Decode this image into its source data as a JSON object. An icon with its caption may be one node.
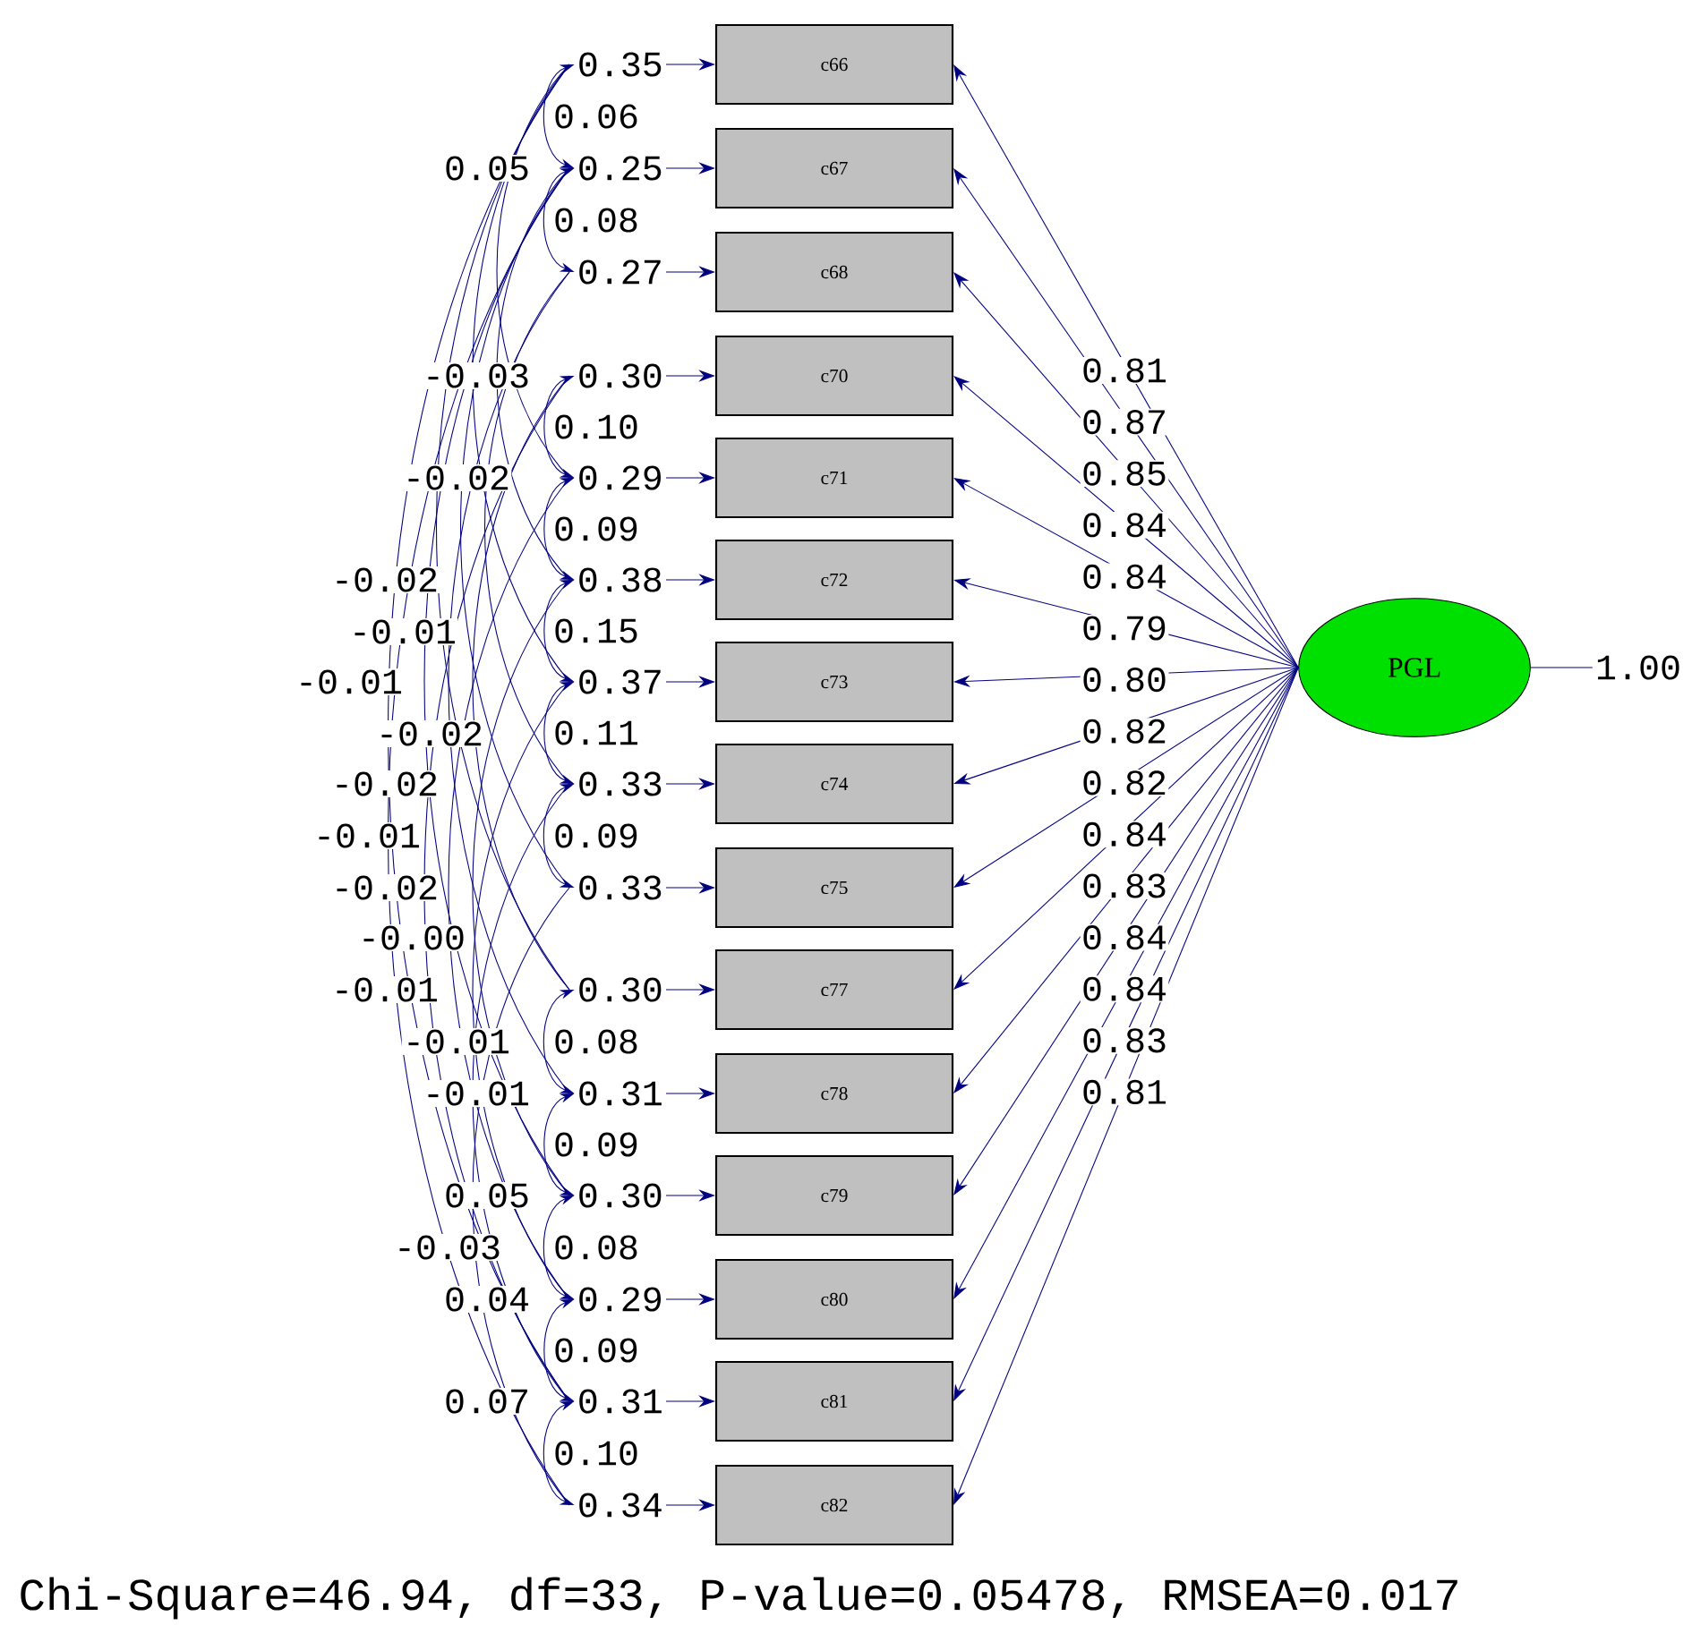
{
  "diagram": {
    "caption": "Chi-Square=46.94, df=33, P-value=0.05478, RMSEA=0.017",
    "nodes": [
      {
        "text": [
          "c66"
        ]
      },
      {
        "text": [
          "c67"
        ]
      },
      {
        "text": [
          "c68"
        ]
      },
      {
        "text": [
          "c70"
        ]
      },
      {
        "text": [
          "c71"
        ]
      },
      {
        "text": [
          "c72"
        ]
      },
      {
        "text": [
          "c73"
        ]
      },
      {
        "text": [
          "c74"
        ]
      },
      {
        "text": [
          "c75"
        ]
      },
      {
        "text": [
          "c77"
        ]
      },
      {
        "text": [
          "c78"
        ]
      },
      {
        "text": [
          "c79"
        ]
      },
      {
        "text": [
          "c80"
        ]
      },
      {
        "text": [
          "c81"
        ]
      },
      {
        "text": [
          "c82"
        ]
      },
      {
        "text": [
          "PGL"
        ]
      },
      {
        "text": [
          "0.35"
        ]
      },
      {
        "text": [
          "0.25"
        ]
      },
      {
        "text": [
          "0.27"
        ]
      },
      {
        "text": [
          "0.30"
        ]
      },
      {
        "text": [
          "0.29"
        ]
      },
      {
        "text": [
          "0.38"
        ]
      },
      {
        "text": [
          "0.37"
        ]
      },
      {
        "text": [
          "0.33"
        ]
      },
      {
        "text": [
          "0.33"
        ]
      },
      {
        "text": [
          "0.30"
        ]
      },
      {
        "text": [
          "0.31"
        ]
      },
      {
        "text": [
          "0.30"
        ]
      },
      {
        "text": [
          "0.29"
        ]
      },
      {
        "text": [
          "0.31"
        ]
      },
      {
        "text": [
          "0.34"
        ]
      },
      {
        "text": [
          "1.00"
        ]
      }
    ],
    "edges": [
      {
        "from": 15,
        "to": 0,
        "arrow": "to",
        "label": "0.81"
      },
      {
        "from": 15,
        "to": 1,
        "arrow": "to",
        "label": "0.87"
      },
      {
        "from": 15,
        "to": 2,
        "arrow": "to",
        "label": "0.85"
      },
      {
        "from": 15,
        "to": 3,
        "arrow": "to",
        "label": "0.84"
      },
      {
        "from": 15,
        "to": 4,
        "arrow": "to",
        "label": "0.84"
      },
      {
        "from": 15,
        "to": 5,
        "arrow": "to",
        "label": "0.79"
      },
      {
        "from": 15,
        "to": 6,
        "arrow": "to",
        "label": "0.80"
      },
      {
        "from": 15,
        "to": 7,
        "arrow": "to",
        "label": "0.82"
      },
      {
        "from": 15,
        "to": 8,
        "arrow": "to",
        "label": "0.82"
      },
      {
        "from": 15,
        "to": 9,
        "arrow": "to",
        "label": "0.84"
      },
      {
        "from": 15,
        "to": 10,
        "arrow": "to",
        "label": "0.83"
      },
      {
        "from": 15,
        "to": 11,
        "arrow": "to",
        "label": "0.84"
      },
      {
        "from": 15,
        "to": 12,
        "arrow": "to",
        "label": "0.84"
      },
      {
        "from": 15,
        "to": 13,
        "arrow": "to",
        "label": "0.83"
      },
      {
        "from": 15,
        "to": 14,
        "arrow": "to",
        "label": "0.81"
      },
      {
        "from": 16,
        "to": 0,
        "arrow": "to"
      },
      {
        "from": 17,
        "to": 1,
        "arrow": "to"
      },
      {
        "from": 18,
        "to": 2,
        "arrow": "to"
      },
      {
        "from": 19,
        "to": 3,
        "arrow": "to"
      },
      {
        "from": 20,
        "to": 4,
        "arrow": "to"
      },
      {
        "from": 21,
        "to": 5,
        "arrow": "to"
      },
      {
        "from": 22,
        "to": 6,
        "arrow": "to"
      },
      {
        "from": 23,
        "to": 7,
        "arrow": "to"
      },
      {
        "from": 24,
        "to": 8,
        "arrow": "to"
      },
      {
        "from": 25,
        "to": 9,
        "arrow": "to"
      },
      {
        "from": 26,
        "to": 10,
        "arrow": "to"
      },
      {
        "from": 27,
        "to": 11,
        "arrow": "to"
      },
      {
        "from": 28,
        "to": 12,
        "arrow": "to"
      },
      {
        "from": 29,
        "to": 13,
        "arrow": "to"
      },
      {
        "from": 30,
        "to": 14,
        "arrow": "to"
      },
      {
        "from": 15,
        "to": 31,
        "arrow": "none"
      },
      {
        "from": 16,
        "to": 17,
        "arrow": "both",
        "label": "0.06"
      },
      {
        "from": 17,
        "to": 18,
        "arrow": "both",
        "label": "0.08"
      },
      {
        "from": 19,
        "to": 20,
        "arrow": "both",
        "label": "0.10"
      },
      {
        "from": 20,
        "to": 21,
        "arrow": "both",
        "label": "0.09"
      },
      {
        "from": 21,
        "to": 22,
        "arrow": "both",
        "label": "0.15"
      },
      {
        "from": 22,
        "to": 23,
        "arrow": "both",
        "label": "0.11"
      },
      {
        "from": 23,
        "to": 24,
        "arrow": "both",
        "label": "0.09"
      },
      {
        "from": 25,
        "to": 26,
        "arrow": "both",
        "label": "0.08"
      },
      {
        "from": 26,
        "to": 27,
        "arrow": "both",
        "label": "0.09"
      },
      {
        "from": 27,
        "to": 28,
        "arrow": "both",
        "label": "0.08"
      },
      {
        "from": 28,
        "to": 29,
        "arrow": "both",
        "label": "0.09"
      },
      {
        "from": 29,
        "to": 30,
        "arrow": "both",
        "label": "0.10"
      }
    ],
    "labels": [
      "0.05",
      "-0.03",
      "-0.02",
      "-0.02",
      "-0.01",
      "-0.01",
      "-0.02",
      "-0.02",
      "-0.01",
      "-0.02",
      "-0.00",
      "-0.01",
      "-0.01",
      "-0.01",
      "0.05",
      "-0.03",
      "0.04",
      "0.07"
    ]
  }
}
